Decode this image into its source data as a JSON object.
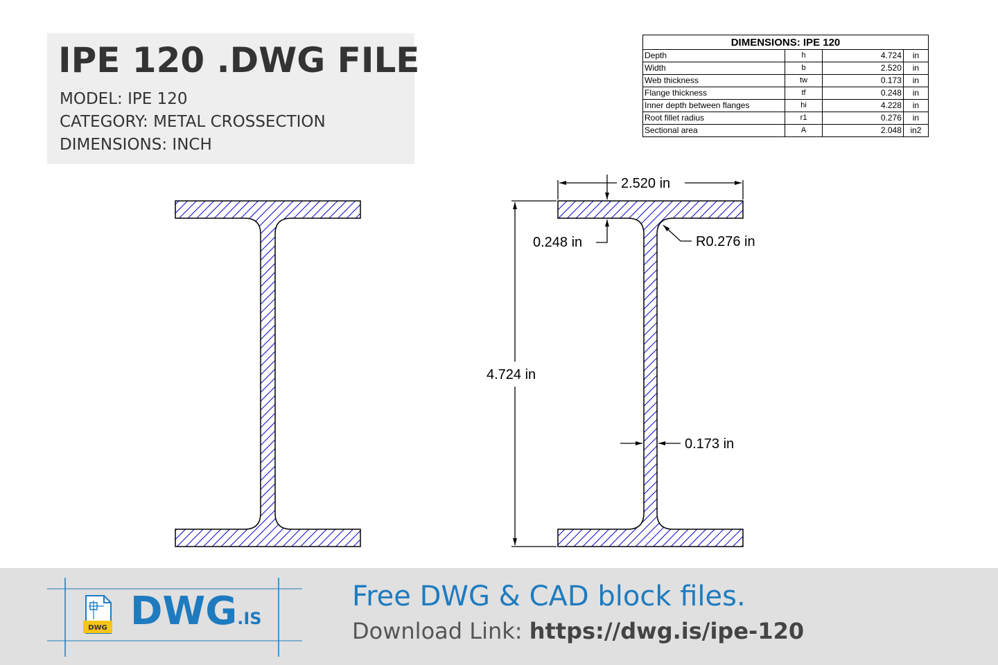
{
  "header": {
    "title": "IPE 120 .DWG FILE",
    "model": "MODEL:  IPE 120",
    "category": "CATEGORY:  METAL CROSSECTION",
    "dimensions": "DIMENSIONS:  INCH"
  },
  "table": {
    "title": "DIMENSIONS: IPE 120",
    "rows": [
      {
        "name": "Depth",
        "symbol": "h",
        "value": "4.724",
        "unit": "in"
      },
      {
        "name": "Width",
        "symbol": "b",
        "value": "2.520",
        "unit": "in"
      },
      {
        "name": "Web thickness",
        "symbol": "tw",
        "value": "0.173",
        "unit": "in"
      },
      {
        "name": "Flange thickness",
        "symbol": "tf",
        "value": "0.248",
        "unit": "in"
      },
      {
        "name": "Inner depth between flanges",
        "symbol": "hi",
        "value": "4.228",
        "unit": "in"
      },
      {
        "name": "Root fillet radius",
        "symbol": "r1",
        "value": "0.276",
        "unit": "in"
      },
      {
        "name": "Sectional area",
        "symbol": "A",
        "value": "2.048",
        "unit": "in2"
      }
    ]
  },
  "labels": {
    "width": "2.520 in",
    "flange": "0.248 in",
    "radius": "R0.276 in",
    "depth": "4.724 in",
    "web": "0.173 in"
  },
  "footer": {
    "logo": "DWG",
    "logo_suffix": ".IS",
    "logo_badge": "DWG",
    "tagline": "Free DWG & CAD block files.",
    "download_label": "Download Link: ",
    "download_url": "https://dwg.is/ipe-120"
  },
  "colors": {
    "hatch": "#0000cc",
    "accent": "#1e7bbf"
  }
}
